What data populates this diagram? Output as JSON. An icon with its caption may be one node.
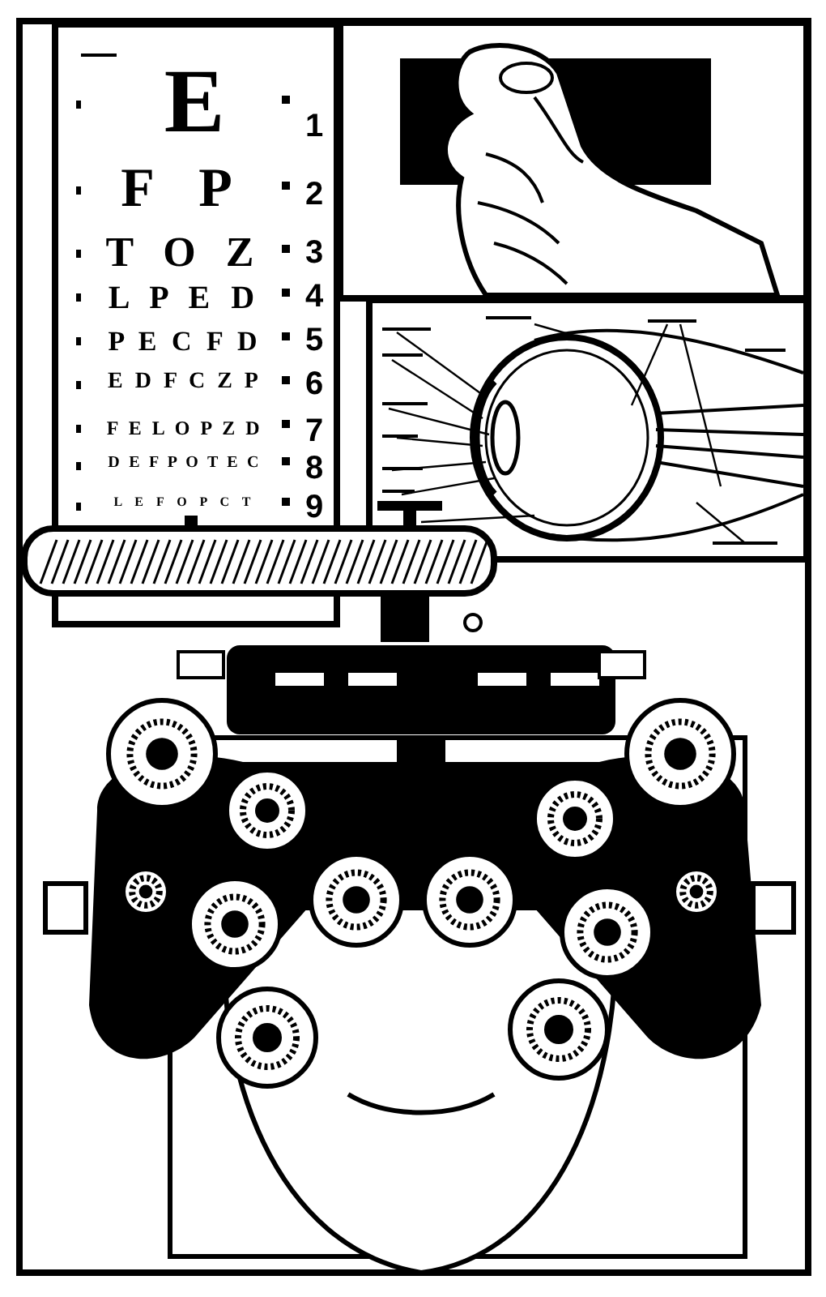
{
  "diagram": {
    "labels": [
      "E",
      "1",
      "F P",
      "2",
      "T O Z",
      "3",
      "L P E D",
      "4",
      "P E C F D",
      "5",
      "E D F C Z P",
      "6",
      "F E L O P Z D",
      "7",
      "D E F P O T E C",
      "8",
      "L E F O P C T",
      "9"
    ]
  }
}
